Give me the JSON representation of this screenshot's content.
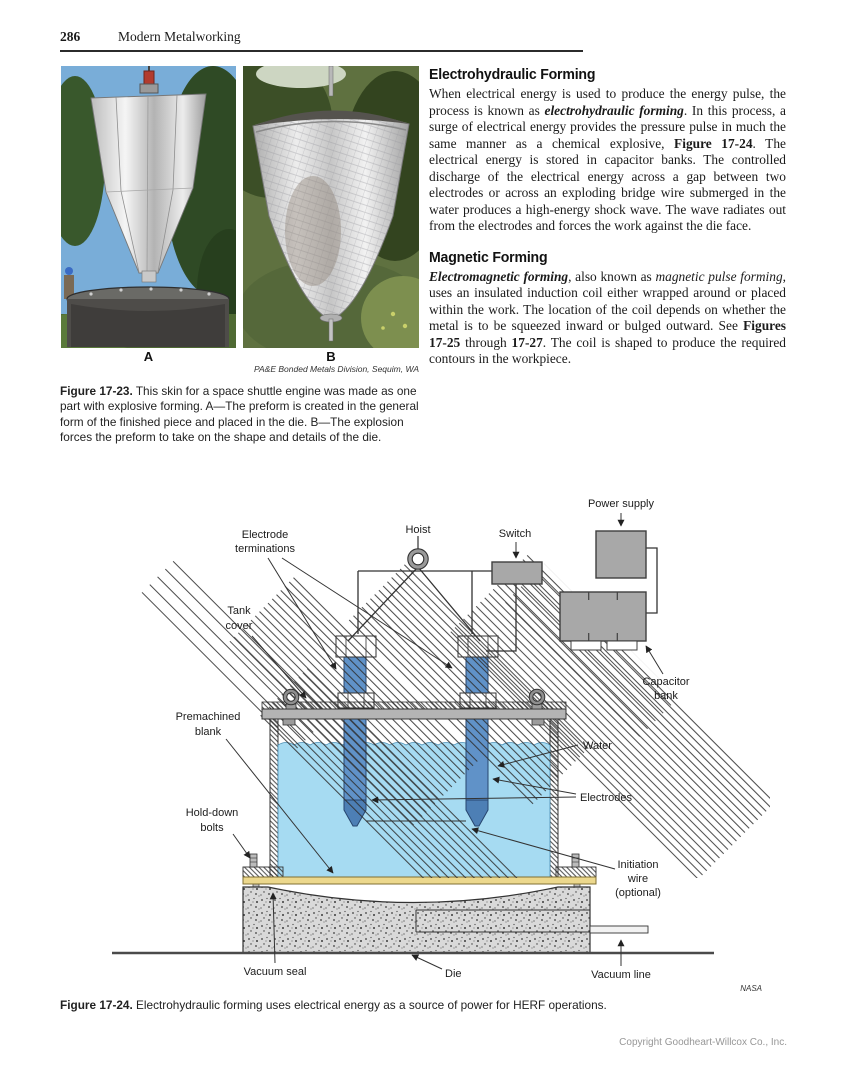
{
  "header": {
    "page_number": "286",
    "book_title": "Modern Metalworking"
  },
  "photos": {
    "label_a": "A",
    "label_b": "B",
    "credit": "PA&E Bonded Metals Division, Sequim, WA"
  },
  "figure_17_23": {
    "caption_lead": "Figure 17-23.",
    "caption_text": " This skin for a space shuttle engine was made as one part with explosive forming. A—The preform is created in the general form of the finished piece and placed in the die. B—The explosion forces the preform to take on the shape and details of the die."
  },
  "sections": [
    {
      "heading": "Electrohydraulic Forming",
      "paragraph": [
        {
          "t": "When electrical energy is used to produce the energy pulse, the process is known as ",
          "s": ""
        },
        {
          "t": "electrohydraulic forming",
          "s": "bi"
        },
        {
          "t": ". In this process, a surge of electrical energy provides the pressure pulse in much the same manner as a chemical explosive, ",
          "s": ""
        },
        {
          "t": "Figure 17-24",
          "s": "b"
        },
        {
          "t": ". The electrical energy is stored in capacitor banks. The controlled discharge of the electrical energy across a gap between two electrodes or across an exploding bridge wire submerged in the water produces a high-energy shock wave. The wave radiates out from the electrodes and forces the work against the die face.",
          "s": ""
        }
      ]
    },
    {
      "heading": "Magnetic Forming",
      "paragraph": [
        {
          "t": "Electromagnetic forming",
          "s": "bi"
        },
        {
          "t": ", also known as ",
          "s": ""
        },
        {
          "t": "magnetic pulse forming",
          "s": "i"
        },
        {
          "t": ", uses an insulated induction coil either wrapped around or placed within the work. The location of the coil depends on whether the metal is to be squeezed inward or bulged outward. See ",
          "s": ""
        },
        {
          "t": "Figures 17-25",
          "s": "b"
        },
        {
          "t": " through ",
          "s": ""
        },
        {
          "t": "17-27",
          "s": "b"
        },
        {
          "t": ". The coil is shaped to produce the required contours in the workpiece.",
          "s": ""
        }
      ]
    }
  ],
  "diagram": {
    "labels": {
      "electrode_terminations": [
        "Electrode",
        "terminations"
      ],
      "hoist": "Hoist",
      "switch": "Switch",
      "power_supply": "Power supply",
      "tank_cover": [
        "Tank",
        "cover"
      ],
      "capacitor_bank": [
        "Capacitor",
        "bank"
      ],
      "premachined_blank": [
        "Premachined",
        "blank"
      ],
      "water": "Water",
      "electrodes": "Electrodes",
      "hold_down_bolts": [
        "Hold-down",
        "bolts"
      ],
      "initiation_wire": [
        "Initiation",
        "wire",
        "(optional)"
      ],
      "vacuum_seal": "Vacuum seal",
      "die": "Die",
      "vacuum_line": "Vacuum line"
    },
    "credit": "NASA"
  },
  "figure_17_24": {
    "caption_lead": "Figure 17-24.",
    "caption_text": " Electrohydraulic forming uses electrical energy as a source of power for HERF operations."
  },
  "footer": {
    "copyright": "Copyright Goodheart-Willcox Co., Inc."
  },
  "colors": {
    "water": "#a6dbf2",
    "electrode_blue": "#6092c8",
    "equipment_gray": "#a8a8a8",
    "blank_yellow": "#ecd88d",
    "die_gray": "#d9d9d9"
  }
}
